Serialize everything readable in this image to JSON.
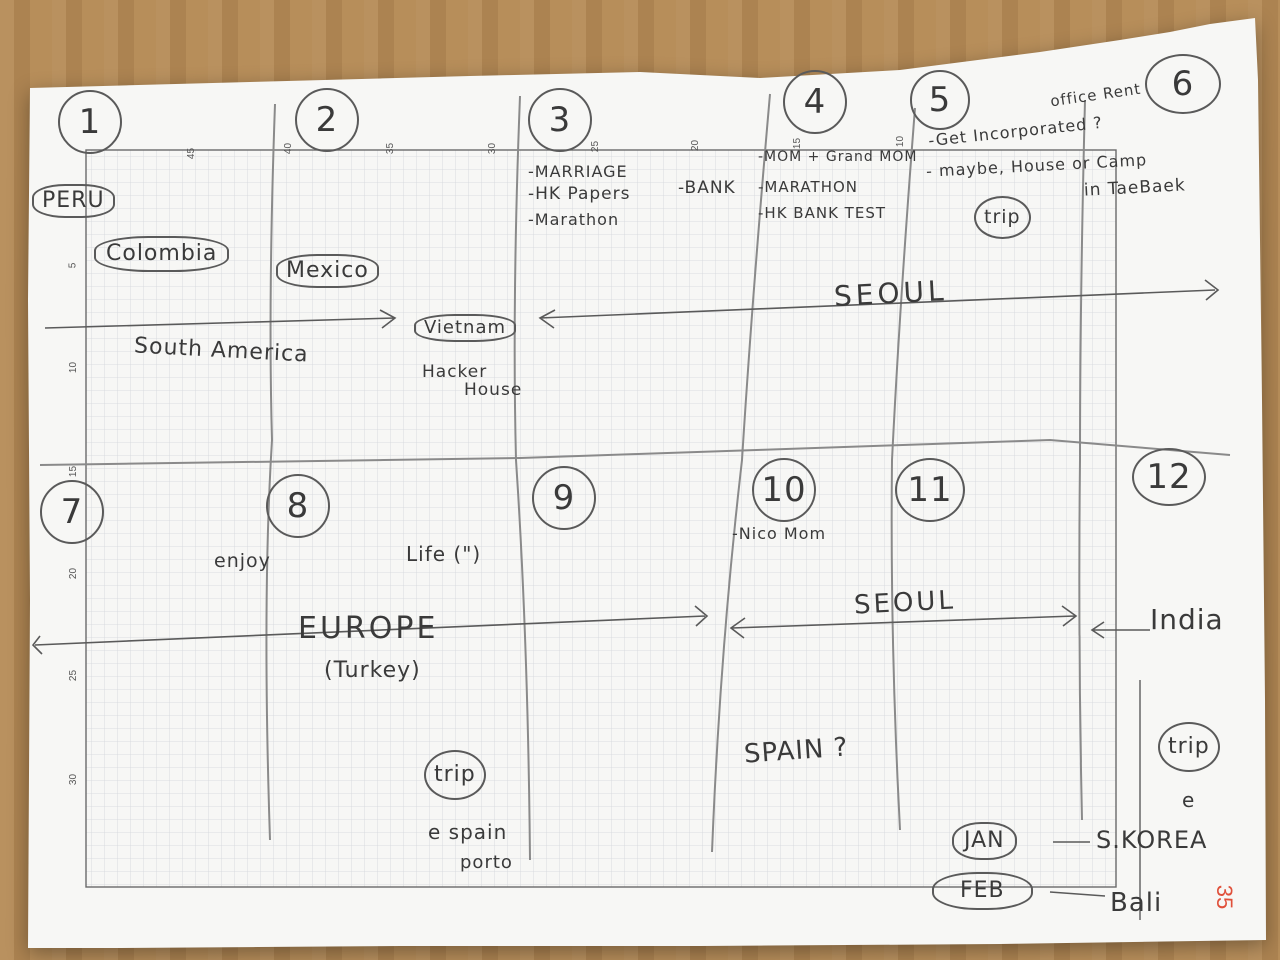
{
  "months": [
    "1",
    "2",
    "3",
    "4",
    "5",
    "6",
    "7",
    "8",
    "9",
    "10",
    "11",
    "12"
  ],
  "ticks_top": [
    "45",
    "40",
    "35",
    "30",
    "25",
    "20",
    "15",
    "10"
  ],
  "ticks_left": [
    "5",
    "10",
    "15",
    "20",
    "25",
    "30"
  ],
  "top": {
    "places": [
      "PERU",
      "Colombia",
      "Mexico",
      "Vietnam",
      "South America"
    ],
    "hacker_house": [
      "Hacker",
      "House"
    ],
    "seoul": "SEOUL",
    "m3_notes": [
      "-MARRIAGE",
      "-HK Papers",
      "-BANK",
      "-Marathon"
    ],
    "m4_notes": [
      "-MOM + Grand MOM",
      "-MARATHON",
      "-HK BANK TEST"
    ],
    "m5_notes": [
      "-Get Incorporated ?",
      "- maybe, House or Camp",
      "in TaeBaek",
      "office Rent"
    ],
    "trip": "trip"
  },
  "bottom": {
    "enjoy": "enjoy",
    "life": "Life (\")",
    "nico": "-Nico Mom",
    "europe": "EUROPE",
    "turkey": "(Turkey)",
    "seoul": "SEOUL",
    "india": "India",
    "spain_q": "SPAIN ?",
    "trip": "trip",
    "spain": "e spain",
    "porto": "porto",
    "trip2": "trip",
    "e": "e",
    "jan": "JAN",
    "feb": "FEB",
    "skorea": "S.KOREA",
    "bali": "Bali"
  },
  "page_number": "35",
  "colors": {
    "pencil": "#3a3a3a",
    "page_number": "#e0503a",
    "grid": "#c9ccd2"
  }
}
